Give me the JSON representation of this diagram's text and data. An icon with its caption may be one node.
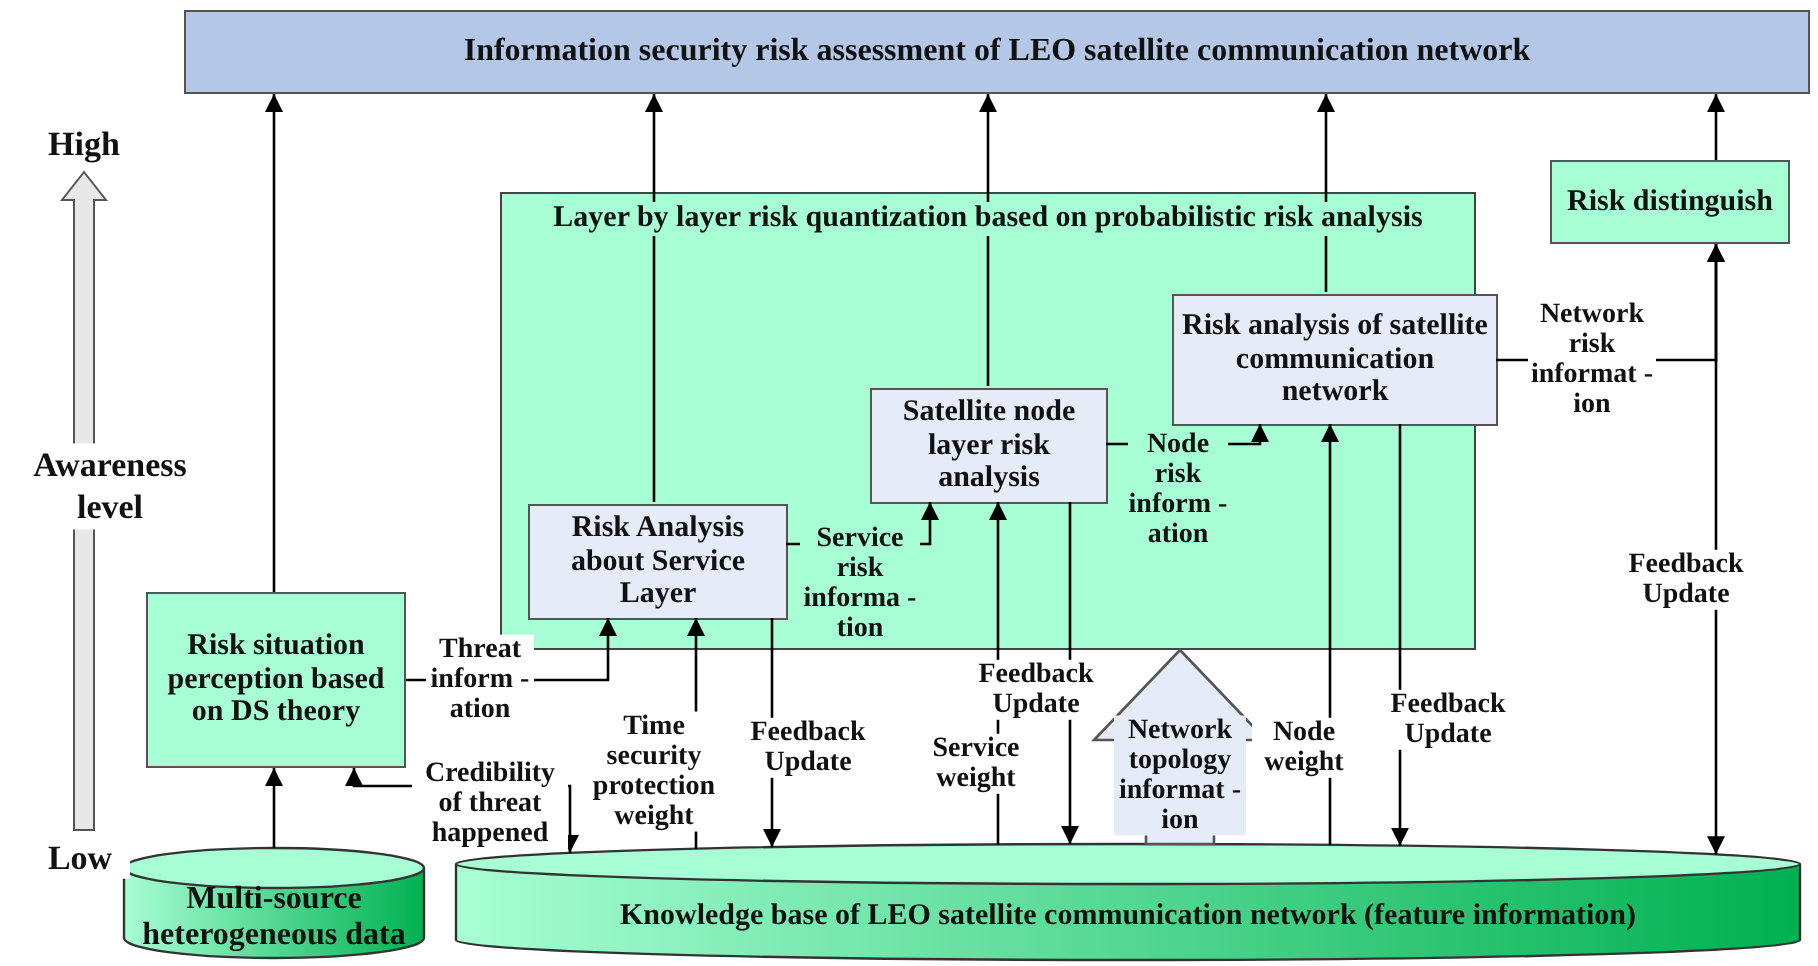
{
  "diagram": {
    "nodes": [
      {
        "text": [
          "Information  security risk assessment of LEO satellite communication network"
        ]
      },
      {
        "text": [
          "Layer by layer risk quantization based on probabilistic risk analysis"
        ]
      },
      {
        "text": [
          "Risk Analysis about Service Layer"
        ],
        "in": 1
      },
      {
        "text": [
          "Satellite node layer risk analysis"
        ],
        "in": 1
      },
      {
        "text": [
          "Risk analysis of satellite communication network"
        ],
        "in": 1
      },
      {
        "text": [
          "Risk distinguish"
        ]
      },
      {
        "text": [
          "Risk situation perception based on DS theory"
        ]
      },
      {
        "text": [
          "Multi-source heterogeneous data"
        ]
      },
      {
        "text": [
          "Knowledge base of LEO satellite communication network (feature information)"
        ]
      }
    ],
    "edges": [
      {
        "from": 6,
        "to": 0,
        "arrow": "to"
      },
      {
        "from": 2,
        "to": 0,
        "arrow": "to"
      },
      {
        "from": 3,
        "to": 0,
        "arrow": "to"
      },
      {
        "from": 4,
        "to": 0,
        "arrow": "to"
      },
      {
        "from": 5,
        "to": 0,
        "arrow": "to"
      },
      {
        "from": 7,
        "to": 6,
        "arrow": "to"
      },
      {
        "from": 6,
        "to": 2,
        "arrow": "to",
        "label": "Threat inform -ation"
      },
      {
        "from": 8,
        "to": 6,
        "arrow": "both",
        "label": "Credibility of threat happened"
      },
      {
        "from": 8,
        "to": 2,
        "arrow": "to",
        "label": "Time security protection weight"
      },
      {
        "from": 2,
        "to": 8,
        "arrow": "to",
        "label": "Feedback Update"
      },
      {
        "from": 2,
        "to": 3,
        "arrow": "to",
        "label": "Service risk informa -tion"
      },
      {
        "from": 8,
        "to": 3,
        "arrow": "to",
        "label": "Service weight"
      },
      {
        "from": 3,
        "to": 8,
        "arrow": "to",
        "label": "Feedback Update"
      },
      {
        "from": 3,
        "to": 4,
        "arrow": "to",
        "label": "Node risk inform -ation"
      },
      {
        "from": 8,
        "to": 4,
        "arrow": "to",
        "label": "Node weight"
      },
      {
        "from": 4,
        "to": 8,
        "arrow": "to",
        "label": "Feedback Update"
      },
      {
        "from": 4,
        "to": 5,
        "arrow": "to",
        "label": "Network risk informat -ion"
      },
      {
        "from": 5,
        "to": 8,
        "arrow": "both",
        "label": "Feedback Update"
      },
      {
        "from": 8,
        "to": 1,
        "arrow": "to",
        "style": "thick",
        "label": "Network topology informat -ion"
      }
    ],
    "labels": [
      "High",
      "Awareness level",
      "Low"
    ]
  }
}
